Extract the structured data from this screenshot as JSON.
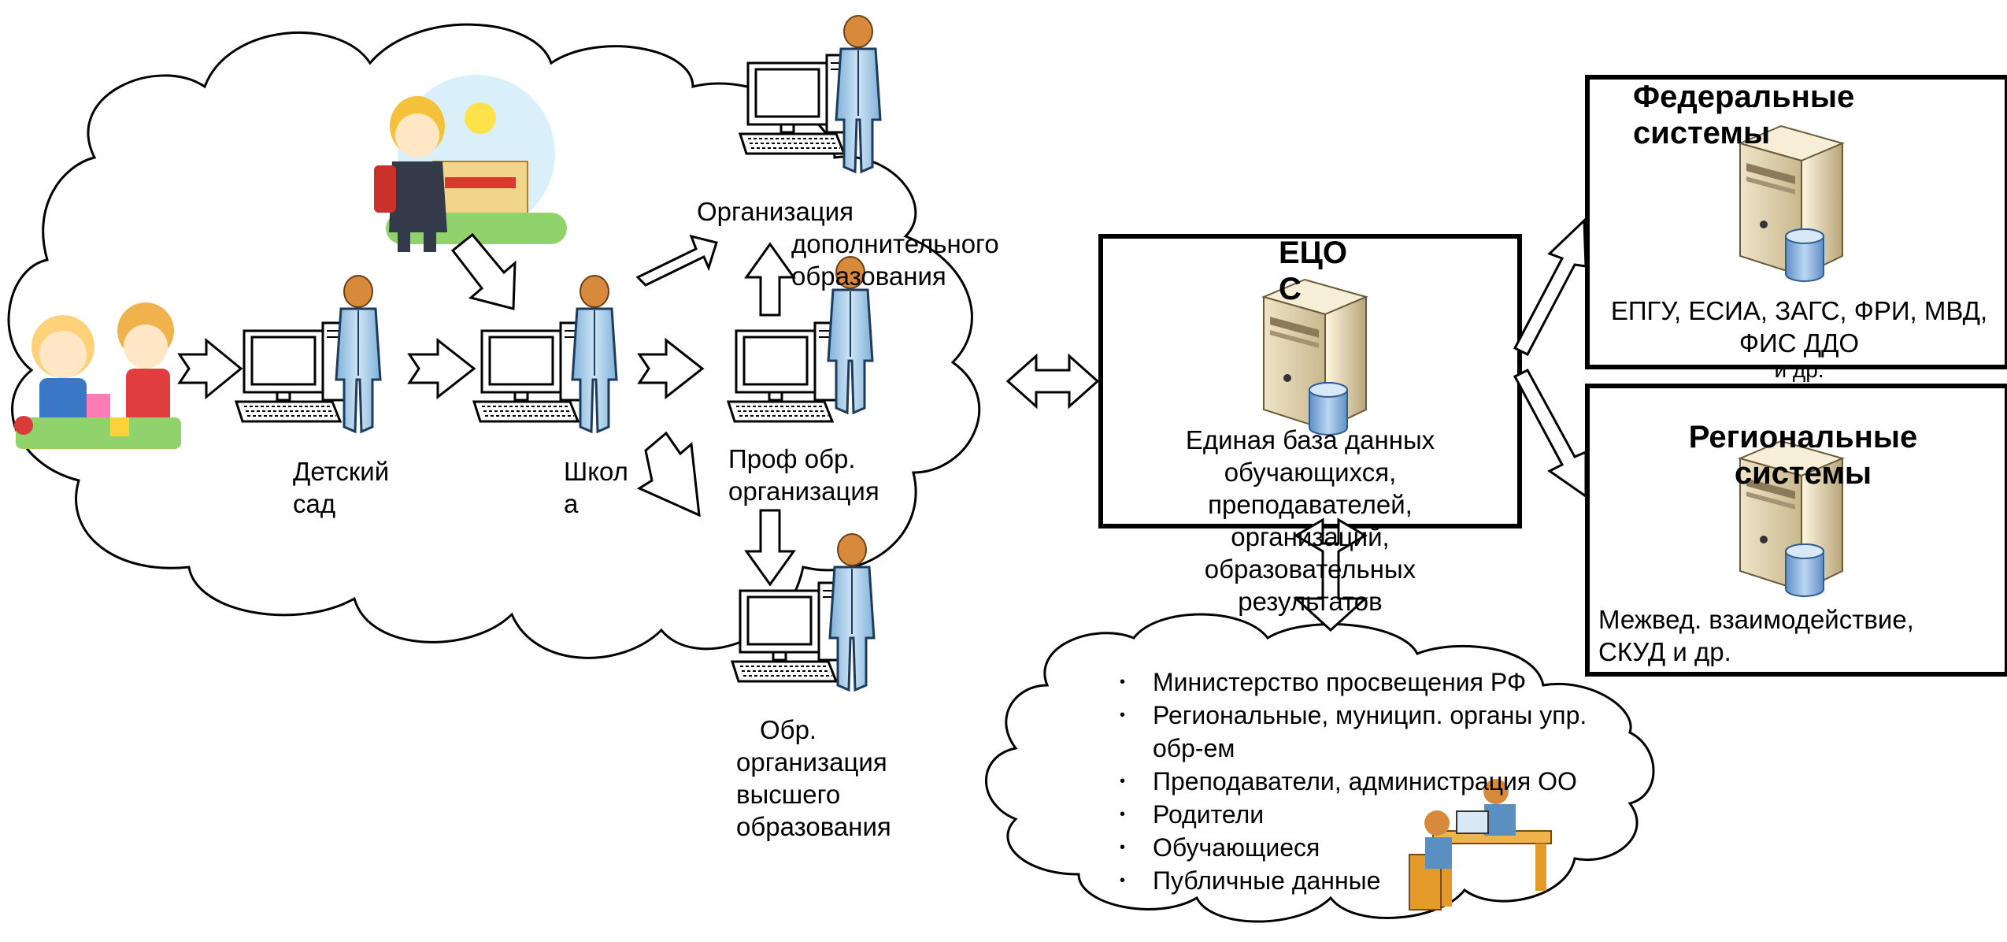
{
  "labels": {
    "kindergarten": [
      "Детский",
      "сад"
    ],
    "school": [
      "Школ",
      "а"
    ],
    "additional_edu": [
      "Организация",
      "дополнительного",
      "образования"
    ],
    "prof_edu": [
      "Проф обр.",
      "организация"
    ],
    "higher_edu": [
      "Обр.",
      "организация",
      "высшего",
      "образования"
    ]
  },
  "ecos": {
    "title": [
      "ЕЦО",
      "С"
    ],
    "description": [
      "Единая база данных",
      "обучающихся,",
      "преподавателей,",
      "организаций,",
      "образовательных",
      "результатов"
    ]
  },
  "federal": {
    "title": [
      "Федеральные",
      "системы"
    ],
    "description": [
      "ЕПГУ, ЕСИА, ЗАГС, ФРИ, МВД,",
      "ФИС ДДО",
      "и др."
    ]
  },
  "regional": {
    "title": [
      "Региональные",
      "системы"
    ],
    "description": [
      "Межвед. взаимодействие,",
      "СКУД и др."
    ]
  },
  "users": {
    "items": [
      "Министерство просвещения РФ",
      "Региональные, муницип. органы упр.",
      "обр-ем",
      "Преподаватели, администрация ОО",
      "Родители",
      "Обучающиеся",
      "Публичные данные"
    ]
  },
  "icons": [
    "computer-icon",
    "person-icon",
    "server-icon",
    "children-illustration",
    "schoolboy-illustration",
    "office-workers-illustration"
  ]
}
